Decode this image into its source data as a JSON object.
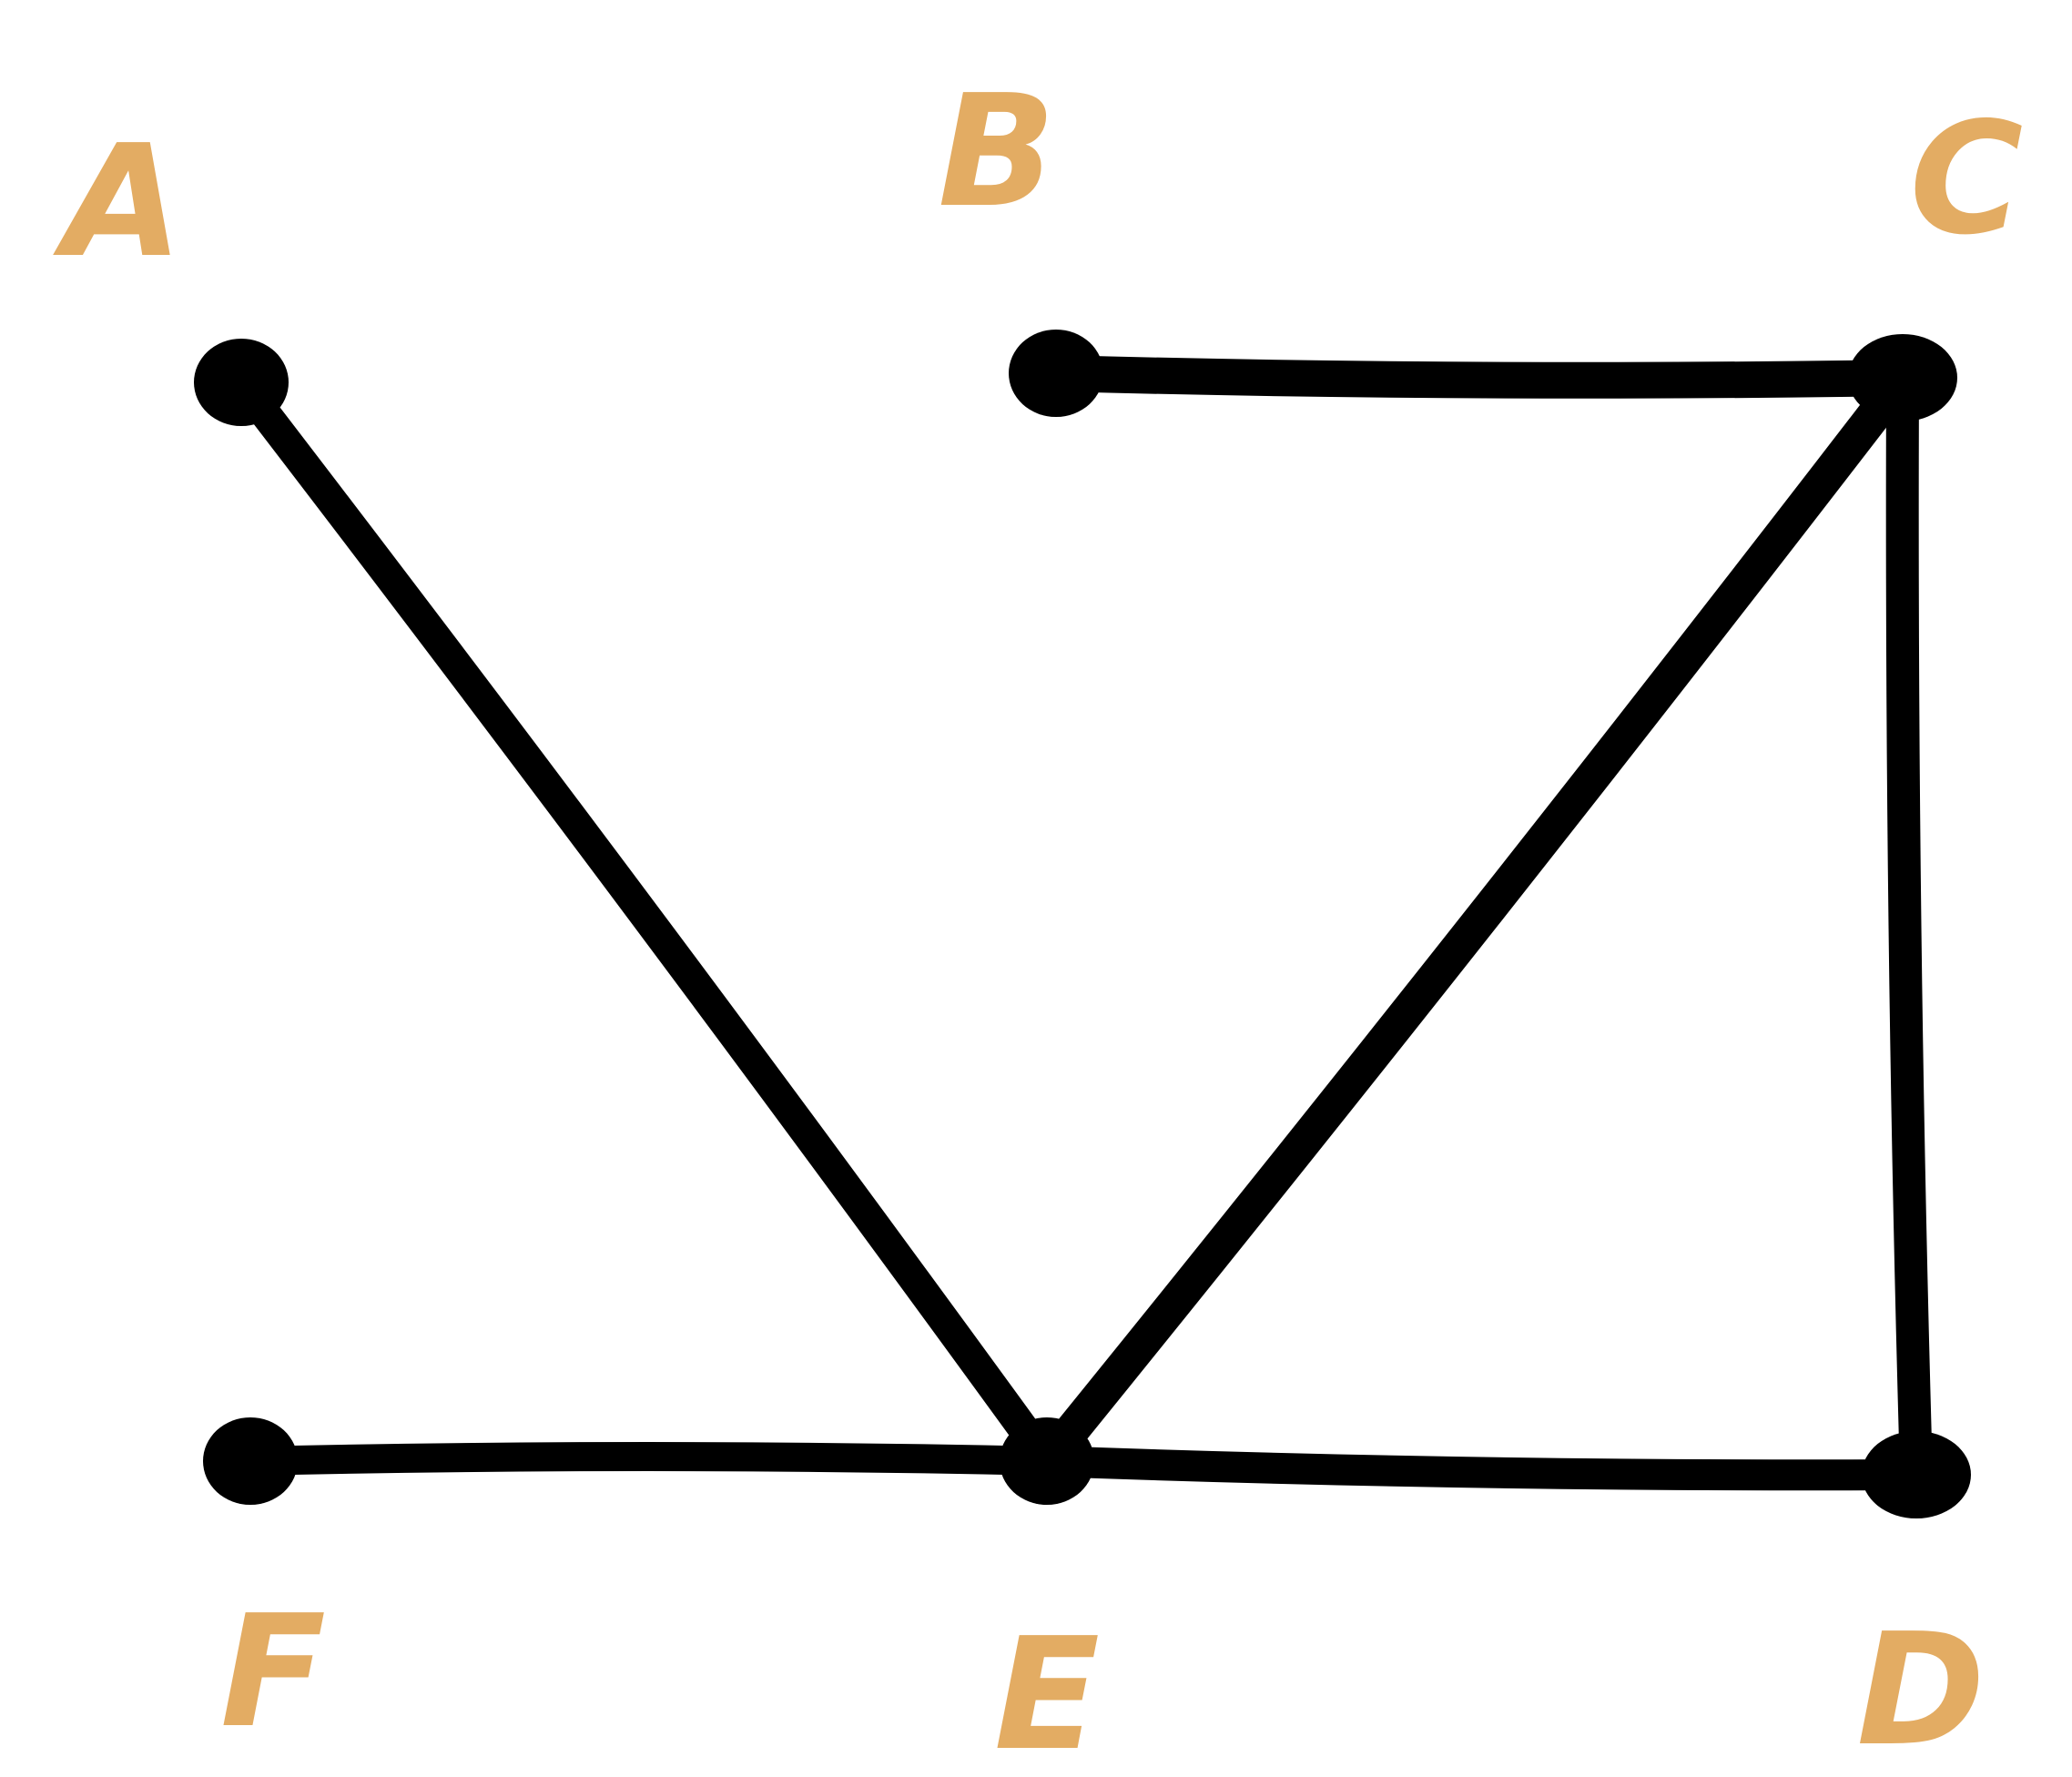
{
  "colors": {
    "edge": "#000000",
    "node": "#000000",
    "label": "#E3AC63",
    "background": "#FFFFFF"
  },
  "nodes": [
    {
      "id": "A",
      "label": "A"
    },
    {
      "id": "B",
      "label": "B"
    },
    {
      "id": "C",
      "label": "C"
    },
    {
      "id": "D",
      "label": "D"
    },
    {
      "id": "E",
      "label": "E"
    },
    {
      "id": "F",
      "label": "F"
    }
  ],
  "edges": [
    {
      "from": "A",
      "to": "E"
    },
    {
      "from": "B",
      "to": "C"
    },
    {
      "from": "C",
      "to": "E"
    },
    {
      "from": "C",
      "to": "D"
    },
    {
      "from": "F",
      "to": "E"
    },
    {
      "from": "E",
      "to": "D"
    }
  ]
}
